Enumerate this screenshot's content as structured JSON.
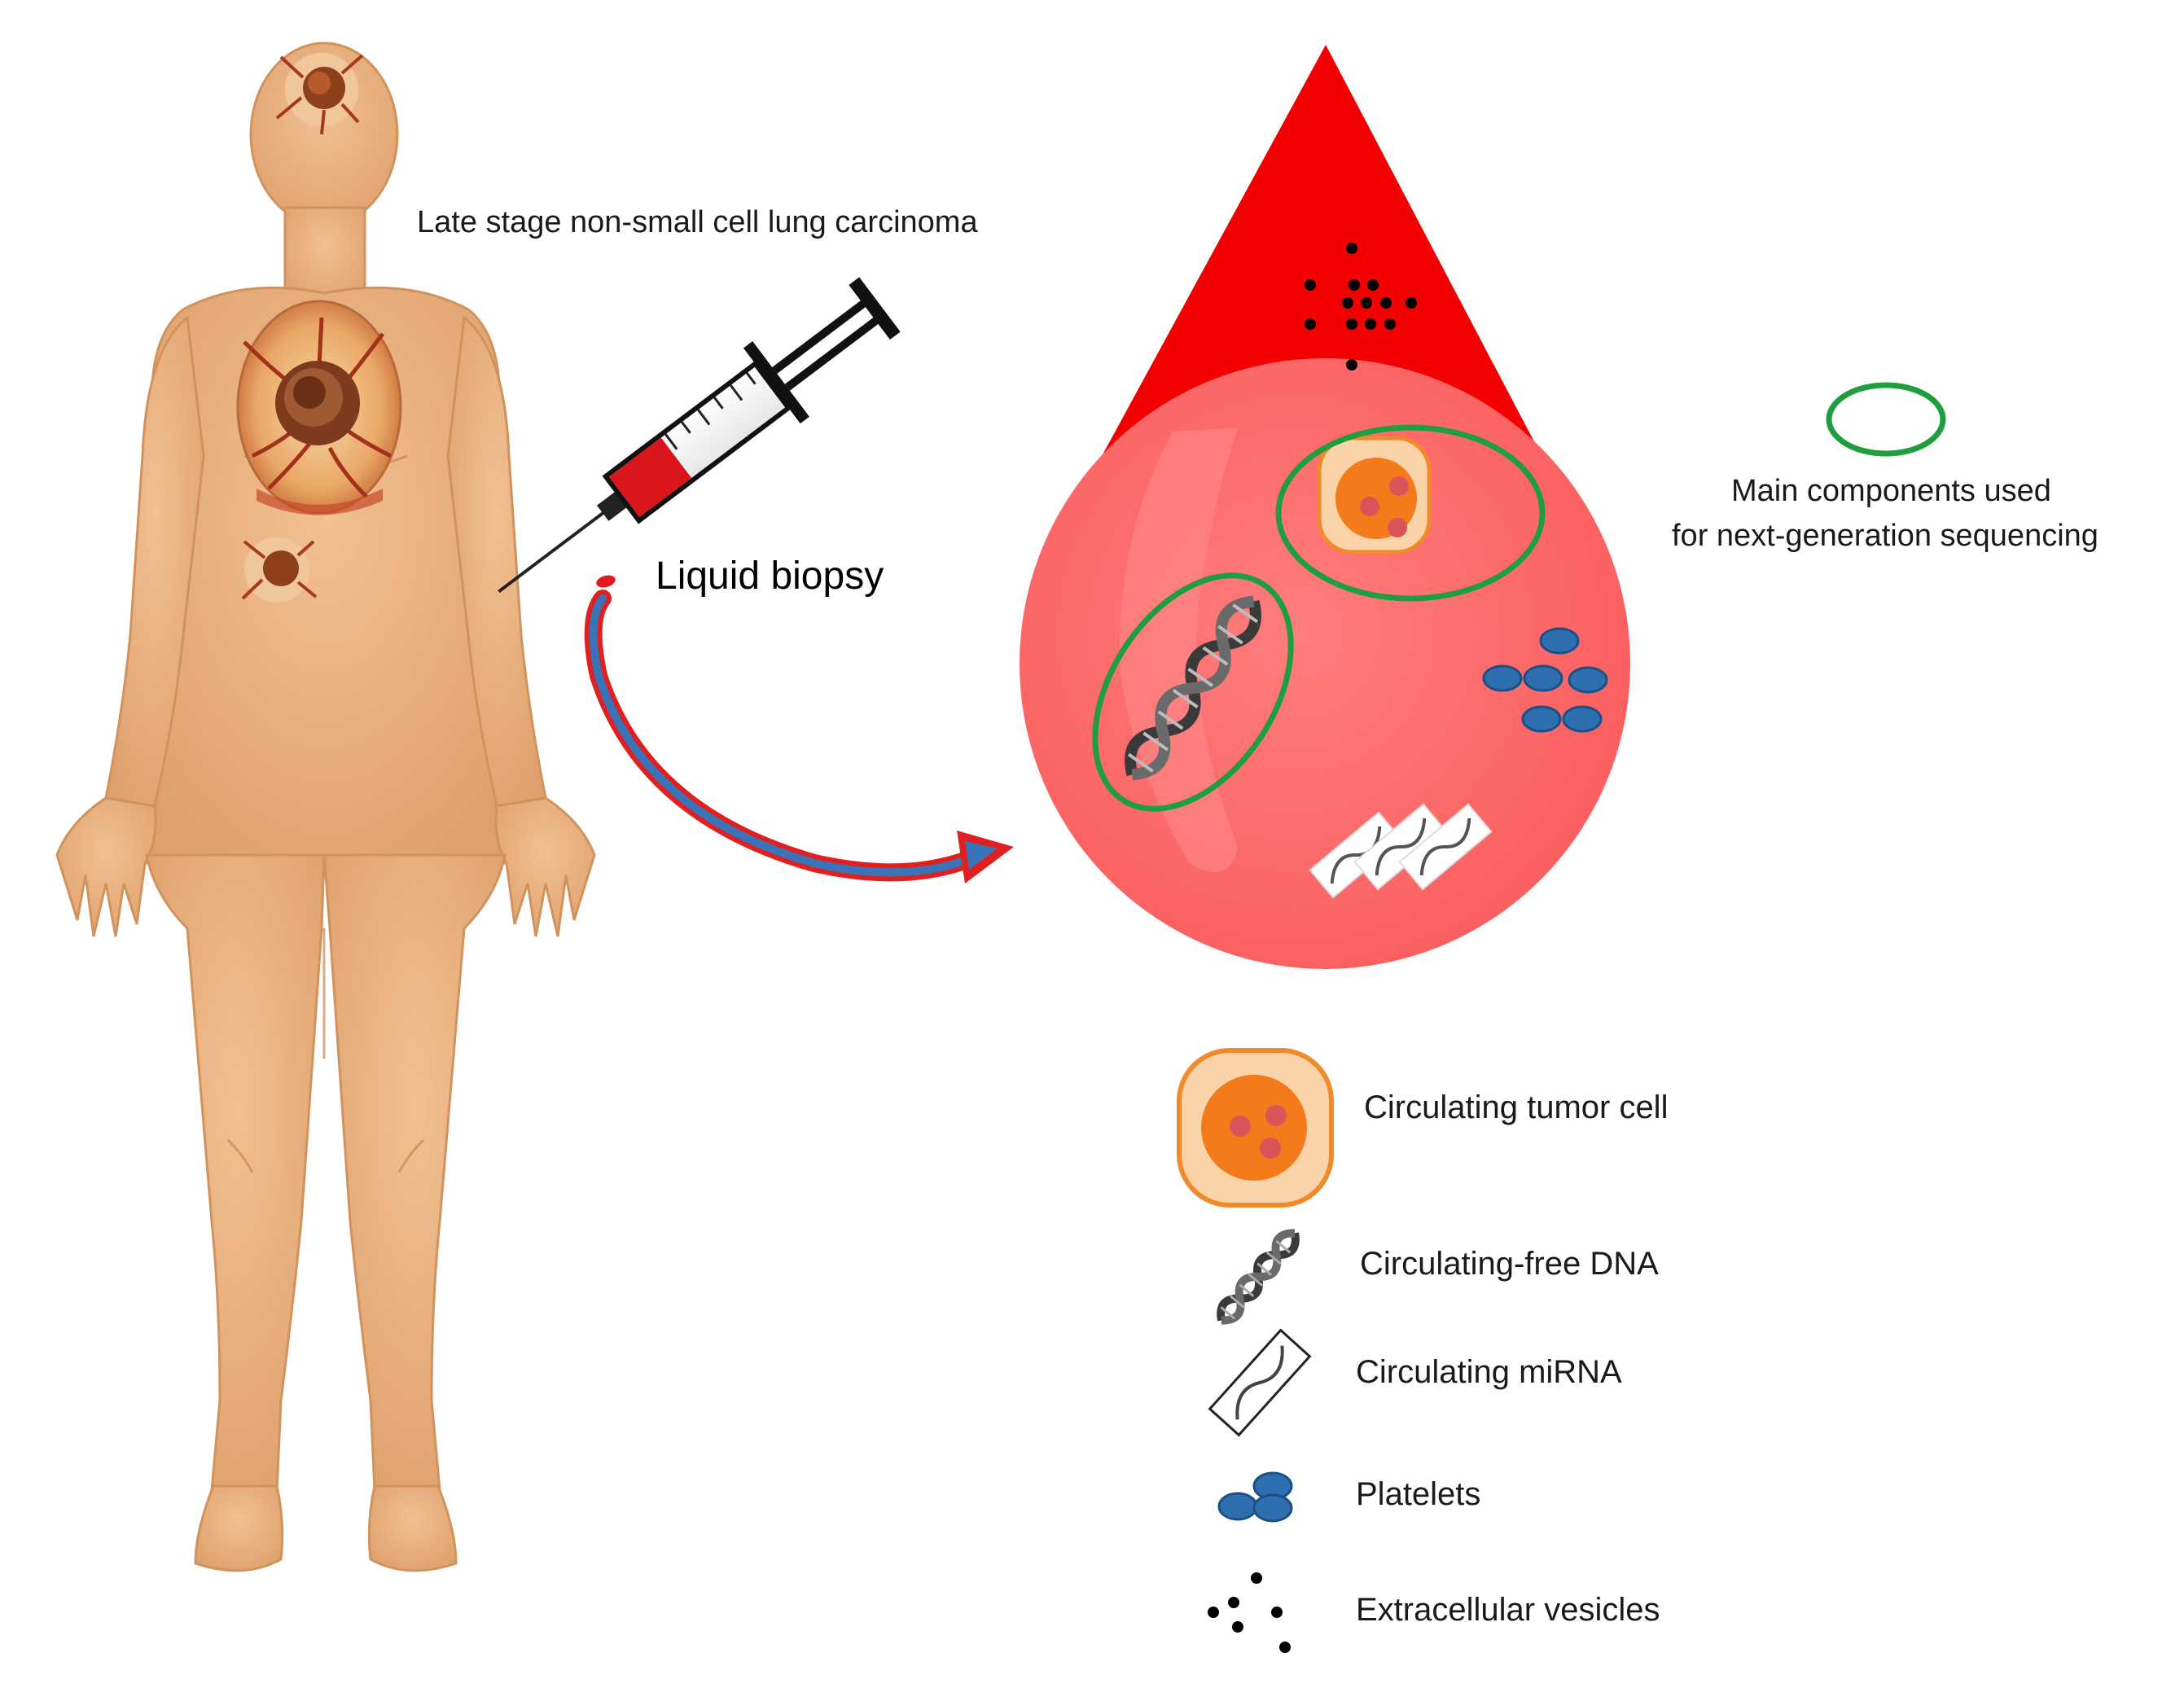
{
  "figure": {
    "title": "Late stage non-small cell lung carcinoma",
    "procedure_label": "Liquid biopsy",
    "highlight_note": {
      "line1": "Main components used",
      "line2": "for next-generation sequencing"
    }
  },
  "legend": {
    "items": [
      {
        "label": "Circulating tumor cell",
        "icon": "tumor-cell-icon"
      },
      {
        "label": "Circulating-free DNA",
        "icon": "dna-icon"
      },
      {
        "label": "Circulating miRNA",
        "icon": "mirna-icon"
      },
      {
        "label": "Platelets",
        "icon": "platelets-icon"
      },
      {
        "label": "Extracellular vesicles",
        "icon": "vesicles-icon"
      }
    ]
  },
  "colors": {
    "skin": "#e8b07e",
    "skin_shadow": "#d4955f",
    "tumor": "#9a4a22",
    "blood_drop": "#ff6a6a",
    "blood_tip": "#f40000",
    "highlight_ring": "#1e9e3e",
    "tumor_cell_outer": "#fbd3a8",
    "tumor_cell_border": "#f08a2a",
    "tumor_cell_nucleus": "#f57a1a",
    "tumor_cell_nucleoli": "#d9555a",
    "platelet": "#2e6fb0",
    "vesicle": "#111111",
    "arrow_red": "#e02020",
    "arrow_blue": "#3a74b8"
  }
}
